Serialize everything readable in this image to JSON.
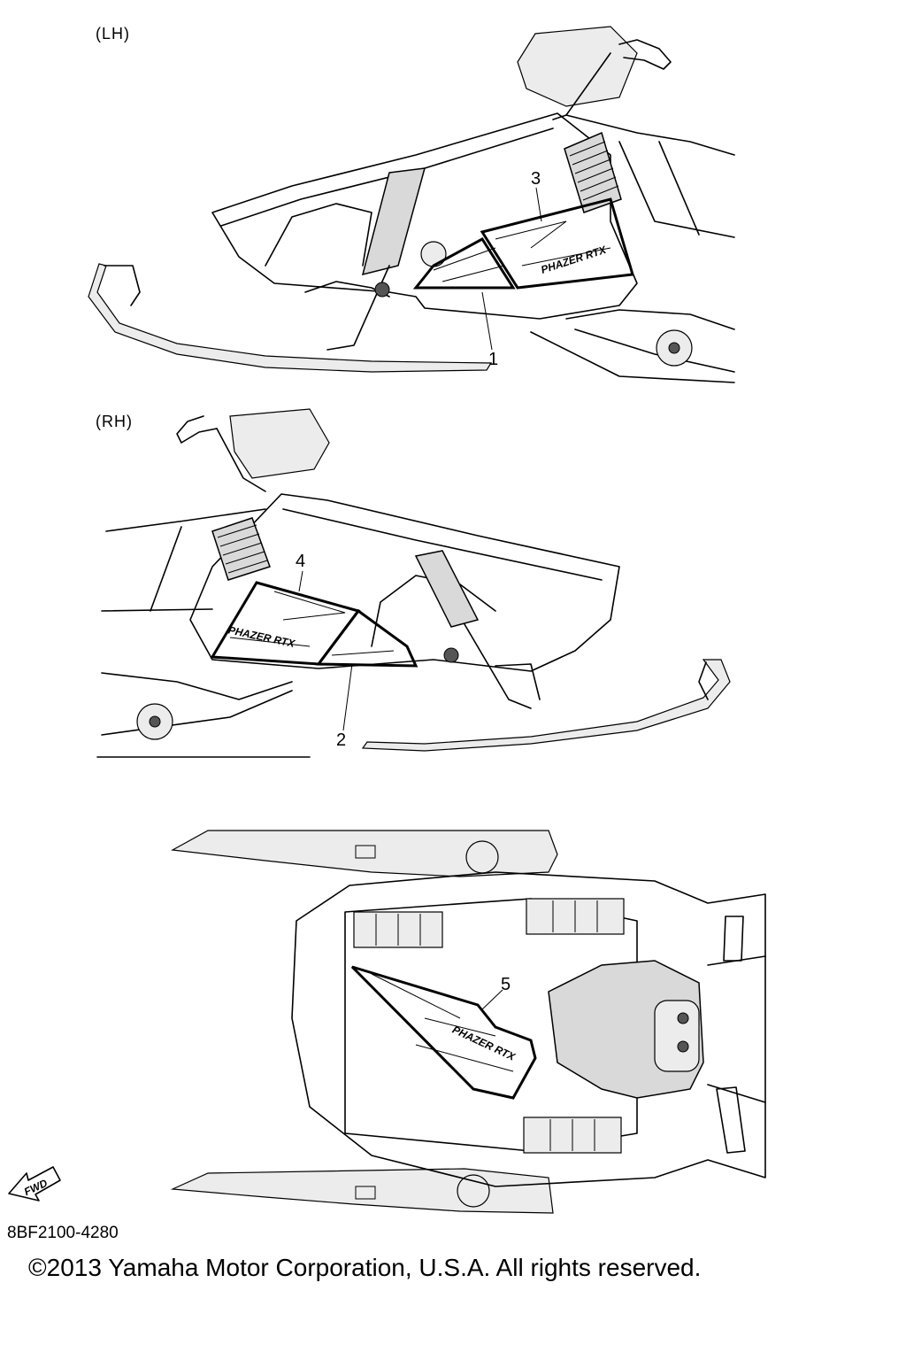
{
  "views": {
    "lh_label": "(LH)",
    "rh_label": "(RH)"
  },
  "callouts": [
    "1",
    "2",
    "3",
    "4",
    "5"
  ],
  "decal_text": "PHAZER RTX",
  "fwd_label": "FWD",
  "part_code": "8BF2100-4280",
  "copyright": "©2013 Yamaha Motor Corporation, U.S.A. All rights reserved."
}
